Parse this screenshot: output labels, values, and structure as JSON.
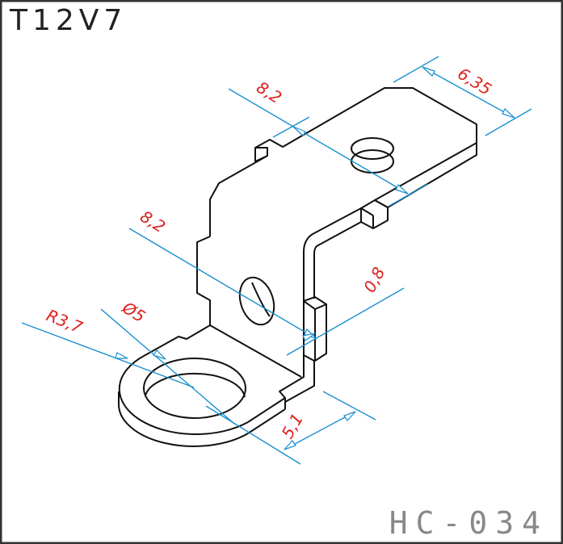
{
  "title": "T12V7",
  "part_code": "HC-034",
  "dimensions": {
    "tab_width": "6,35",
    "tab_length": "8,2",
    "vertical_length": "8,2",
    "thickness": "0,8",
    "radius": "R3,7",
    "hole_diameter": "Ø5",
    "lug_length": "5,1"
  },
  "colors": {
    "outline": "#111111",
    "dimension_line": "#1a8fd0",
    "dimension_text": "#e0201c",
    "border": "#333333"
  }
}
